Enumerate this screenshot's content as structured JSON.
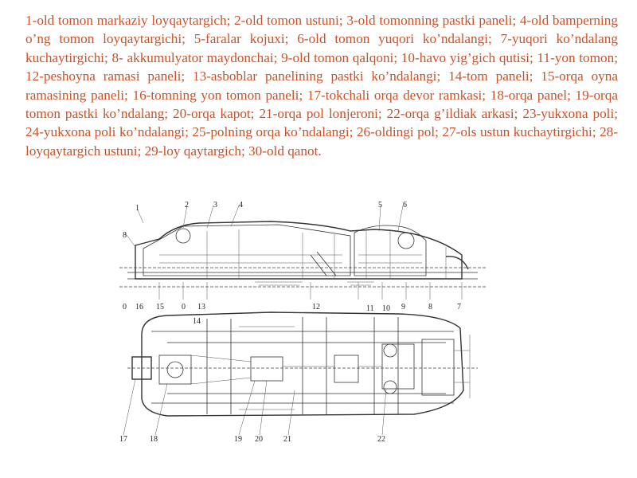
{
  "caption": "1-old tomon markaziy loyqaytargich; 2-old tomon ustuni; 3-old tomonning pastki paneli; 4-old bamperning o’ng tomon loyqaytargichi; 5-faralar kojuxi; 6-old tomon yuqori ko’ndalangi; 7-yuqori ko’ndalang kuchaytirgichi; 8- akkumulyator maydonchai; 9-old tomon qalqoni; 10-havo yig’gich qutisi; 11-yon tomon; 12-peshoyna ramasi paneli; 13-asboblar panelining pastki ko’ndalangi; 14-tom paneli; 15-orqa oyna ramasining paneli; 16-tomning yon tomon paneli; 17-tokchali orqa devor ramkasi; 18-orqa panel; 19-orqa tomon pastki ko’ndalang; 20-orqa kapot; 21-orqa pol lonjeroni; 22-orqa g’ildiak arkasi; 23-yukxona poli; 24-yukxona poli ko’ndalangi; 25-polning orqa ko’ndalangi; 26-oldingi pol; 27-ols ustun kuchaytirgichi; 28-loyqaytargich ustuni; 29-loy qaytargich; 30-old qanot.",
  "figure": {
    "top_labels": [
      "1",
      "2",
      "3",
      "4",
      "5",
      "6",
      "8"
    ],
    "mid_labels": [
      "0",
      "16",
      "15",
      "0",
      "13",
      "12",
      "11",
      "10",
      "9",
      "8",
      "7",
      "14"
    ],
    "bottom_labels": [
      "17",
      "18",
      "19",
      "20",
      "21",
      "22"
    ]
  }
}
